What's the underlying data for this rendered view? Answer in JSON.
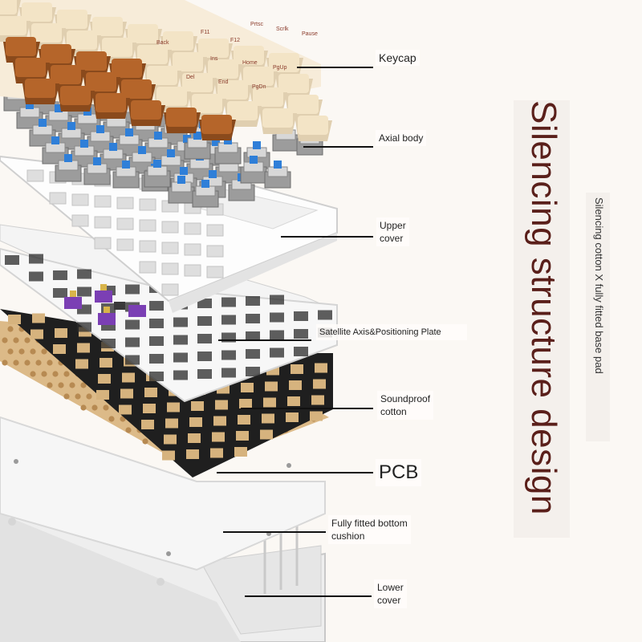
{
  "title": "Silencing structure design",
  "subtitle": "Silencing cotton X fully fitted base pad",
  "layers": [
    {
      "label": "Keycap"
    },
    {
      "label": "Axial body"
    },
    {
      "label": "Upper\ncover"
    },
    {
      "label": "Satellite Axis&Positioning Plate"
    },
    {
      "label": "Soundproof\ncotton"
    },
    {
      "label": "PCB"
    },
    {
      "label": "Fully fitted bottom\ncushion"
    },
    {
      "label": "Lower\ncover"
    }
  ],
  "keycap_legends": [
    "Back",
    "F11",
    "F12",
    "Prtsc",
    "Scrlk",
    "Pause",
    "Ins",
    "Home",
    "PgUp",
    "Del",
    "End",
    "PgDn"
  ],
  "colors": {
    "title": "#5a1f1a",
    "keycap_cream": "#f3e4c6",
    "keycap_brown": "#b5652a",
    "switch_blue": "#2f7fd8",
    "stabilizer_purple": "#7b3fb4",
    "plate_black": "#1e1e1e",
    "cotton_tan": "#d9b88a"
  }
}
